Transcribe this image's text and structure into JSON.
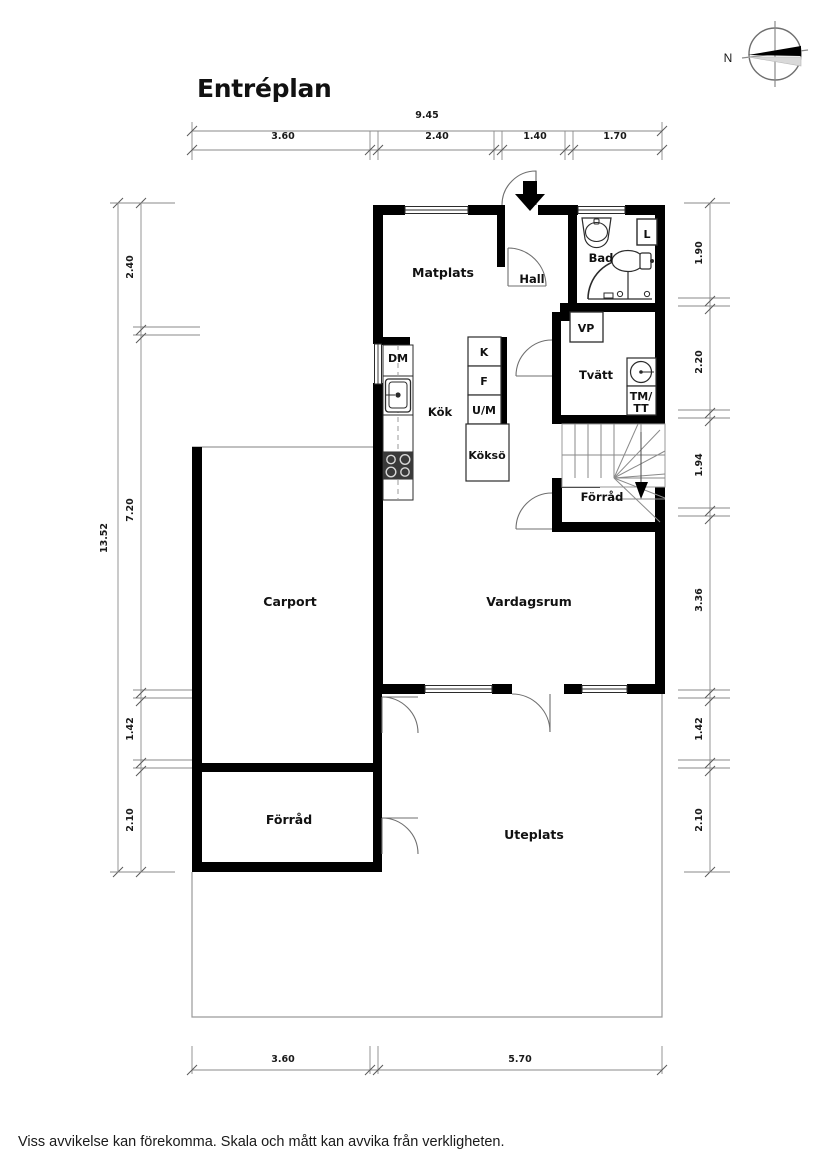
{
  "title": "Entréplan",
  "footer": "Viss avvikelse kan förekomma. Skala och mått kan avvika från verkligheten.",
  "compass": {
    "label": "N"
  },
  "dimensions": {
    "top_total": "9.45",
    "top_segments": [
      "3.60",
      "2.40",
      "1.40",
      "1.70"
    ],
    "left_total": "13.52",
    "left_segments": [
      "2.40",
      "7.20",
      "1.42",
      "2.10"
    ],
    "right_segments": [
      "1.90",
      "2.20",
      "1.94",
      "3.36",
      "1.42",
      "2.10"
    ],
    "bottom_segments": [
      "3.60",
      "5.70"
    ]
  },
  "rooms": {
    "matplats": "Matplats",
    "hall": "Hall",
    "bad": "Bad",
    "kok": "Kök",
    "tvatt": "Tvätt",
    "forrad_upper": "Förråd",
    "carport": "Carport",
    "vardagsrum": "Vardagsrum",
    "forrad_lower": "Förråd",
    "uteplats": "Uteplats"
  },
  "appliances": {
    "dm": "DM",
    "k": "K",
    "f": "F",
    "um": "U/M",
    "kokso": "Köksö",
    "l": "L",
    "vp": "VP",
    "tmtt": "TM/\nTT",
    "tmtt_line1": "TM/",
    "tmtt_line2": "TT"
  },
  "colors": {
    "wall": "#000000",
    "thin_line": "#7a7a7a",
    "dim_line": "#8a8a8a",
    "text": "#111111",
    "background": "#ffffff"
  }
}
